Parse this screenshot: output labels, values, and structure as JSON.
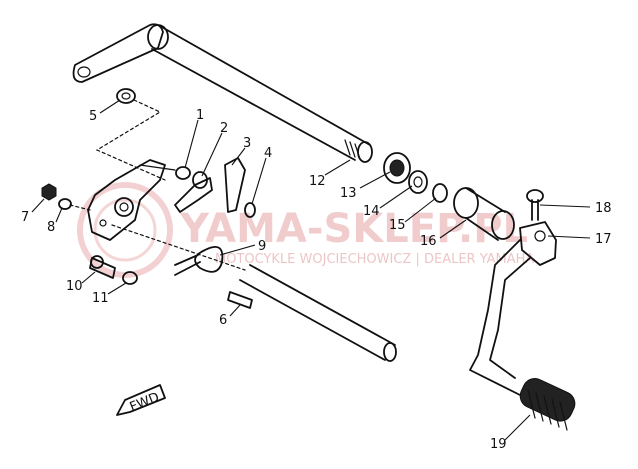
{
  "watermark": {
    "brand": "YAMA-SKLEP.PL",
    "sub": "MOTOCYKLE WOJCIECHOWICZ | DEALER YAMAHA",
    "color": "#e7a3a6"
  },
  "fwd_label": "FWD",
  "callouts": [
    {
      "id": "1",
      "text": "1"
    },
    {
      "id": "2",
      "text": "2"
    },
    {
      "id": "3",
      "text": "3"
    },
    {
      "id": "4",
      "text": "4"
    },
    {
      "id": "5",
      "text": "5"
    },
    {
      "id": "6",
      "text": "6"
    },
    {
      "id": "7",
      "text": "7"
    },
    {
      "id": "8",
      "text": "8"
    },
    {
      "id": "9",
      "text": "9"
    },
    {
      "id": "10",
      "text": "10"
    },
    {
      "id": "11",
      "text": "11"
    },
    {
      "id": "12",
      "text": "12"
    },
    {
      "id": "13",
      "text": "13"
    },
    {
      "id": "14",
      "text": "14"
    },
    {
      "id": "15",
      "text": "15"
    },
    {
      "id": "16",
      "text": "16"
    },
    {
      "id": "17",
      "text": "17"
    },
    {
      "id": "18",
      "text": "18"
    },
    {
      "id": "19",
      "text": "19"
    }
  ]
}
